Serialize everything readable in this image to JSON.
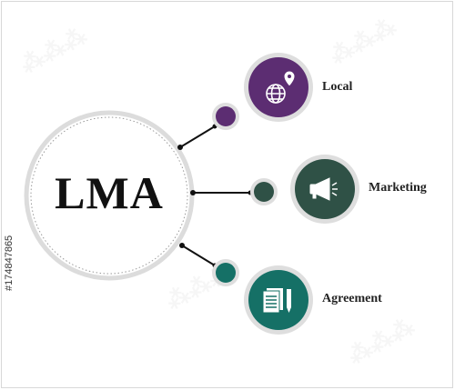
{
  "center": {
    "title": "LMA"
  },
  "items": [
    {
      "label": "Local",
      "color": "#5c2d72",
      "icon": "globe-location-pin-icon"
    },
    {
      "label": "Marketing",
      "color": "#2f5146",
      "icon": "megaphone-icon"
    },
    {
      "label": "Agreement",
      "color": "#157066",
      "icon": "document-pencil-icon"
    }
  ],
  "connector_color": "#111111",
  "ring_color": "#dcdcdc",
  "stock_id": "#174847865"
}
